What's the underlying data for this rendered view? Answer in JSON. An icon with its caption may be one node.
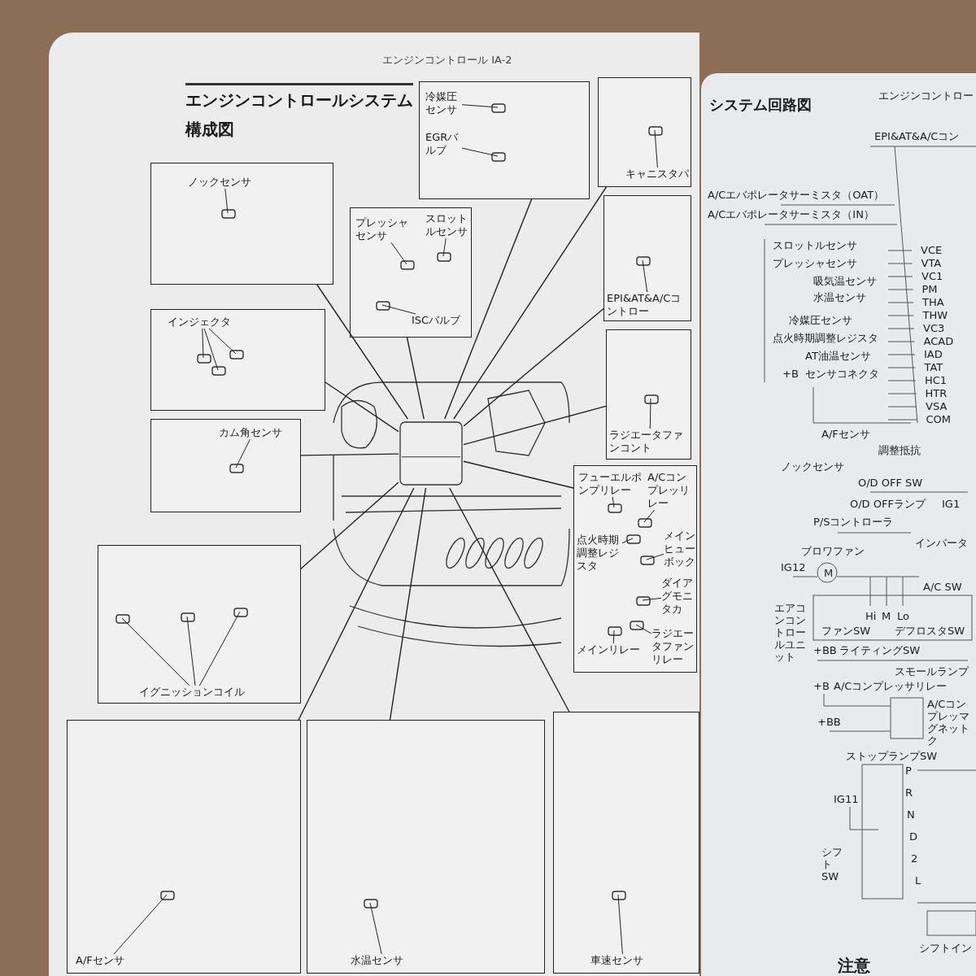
{
  "diagram": {
    "title": "エンジンコントロールシステム",
    "nodes": [
      {
        "text": [],
        "shape": "picture"
      },
      {
        "text": [],
        "shape": "picture"
      },
      {
        "text": [
          "ノックセンサ"
        ],
        "in": 1
      },
      {
        "text": [],
        "shape": "picture"
      },
      {
        "text": [
          "冷媒圧センサ"
        ],
        "in": 3
      },
      {
        "text": [
          "EGRバルブ"
        ],
        "in": 3
      },
      {
        "text": [],
        "shape": "picture"
      },
      {
        "text": [
          "キャニスタパ"
        ],
        "in": 6
      },
      {
        "text": [],
        "shape": "picture"
      },
      {
        "text": [
          "プレッシャセンサ"
        ],
        "in": 8
      },
      {
        "text": [
          "スロットルセンサ"
        ],
        "in": 8
      },
      {
        "text": [
          "ISCバルブ"
        ],
        "in": 8
      },
      {
        "text": [],
        "shape": "picture"
      },
      {
        "text": [
          "EPI&AT&A/Cコントロー"
        ],
        "in": 12
      },
      {
        "text": [],
        "shape": "picture"
      },
      {
        "text": [
          "インジェクタ"
        ],
        "in": 14
      },
      {
        "text": [],
        "shape": "picture"
      },
      {
        "text": [
          "ラジエータファンコント"
        ],
        "in": 16
      },
      {
        "text": [],
        "shape": "picture"
      },
      {
        "text": [
          "カム角センサ"
        ],
        "in": 18
      },
      {
        "text": [],
        "shape": "picture"
      },
      {
        "text": [
          "フューエルポンプリレー"
        ],
        "in": 20
      },
      {
        "text": [
          "A/Cコンプレッリレー"
        ],
        "in": 20
      },
      {
        "text": [
          "メインヒューボック"
        ],
        "in": 20
      },
      {
        "text": [
          "点火時期調整レジスタ"
        ],
        "in": 20
      },
      {
        "text": [
          "メインリレー"
        ],
        "in": 20
      },
      {
        "text": [
          "ダイアグモニタカ"
        ],
        "in": 20
      },
      {
        "text": [
          "ラジエータファンリレー"
        ],
        "in": 20
      },
      {
        "text": [],
        "shape": "picture"
      },
      {
        "text": [
          "イグニッションコイル"
        ],
        "in": 28
      },
      {
        "text": [],
        "shape": "picture"
      },
      {
        "text": [
          "A/Fセンサ"
        ],
        "in": 30
      },
      {
        "text": [],
        "shape": "picture"
      },
      {
        "text": [
          "水温センサ"
        ],
        "in": 32
      },
      {
        "text": [],
        "shape": "picture"
      },
      {
        "text": [
          "車速センサ"
        ],
        "in": 34
      }
    ],
    "edges": [
      {
        "from": 1,
        "to": 0,
        "arrow": "none"
      },
      {
        "from": 3,
        "to": 0,
        "arrow": "none"
      },
      {
        "from": 6,
        "to": 0,
        "arrow": "none"
      },
      {
        "from": 8,
        "to": 0,
        "arrow": "none"
      },
      {
        "from": 12,
        "to": 0,
        "arrow": "none"
      },
      {
        "from": 14,
        "to": 0,
        "arrow": "none"
      },
      {
        "from": 16,
        "to": 0,
        "arrow": "none"
      },
      {
        "from": 18,
        "to": 0,
        "arrow": "none"
      },
      {
        "from": 20,
        "to": 0,
        "arrow": "none"
      },
      {
        "from": 28,
        "to": 0,
        "arrow": "none"
      },
      {
        "from": 30,
        "to": 0,
        "arrow": "none"
      },
      {
        "from": 32,
        "to": 0,
        "arrow": "none"
      },
      {
        "from": 34,
        "to": 0,
        "arrow": "none"
      },
      {
        "from": 2,
        "to": null,
        "arrow": "none"
      },
      {
        "from": 4,
        "to": null,
        "arrow": "none"
      },
      {
        "from": 5,
        "to": null,
        "arrow": "none"
      },
      {
        "from": 7,
        "to": null,
        "arrow": "none"
      },
      {
        "from": 9,
        "to": null,
        "arrow": "none"
      },
      {
        "from": 10,
        "to": null,
        "arrow": "none"
      },
      {
        "from": 11,
        "to": null,
        "arrow": "none"
      },
      {
        "from": 13,
        "to": null,
        "arrow": "none"
      },
      {
        "from": 15,
        "to": null,
        "arrow": "none"
      },
      {
        "from": 15,
        "to": null,
        "arrow": "none"
      },
      {
        "from": 15,
        "to": null,
        "arrow": "none"
      },
      {
        "from": 17,
        "to": null,
        "arrow": "none"
      },
      {
        "from": 19,
        "to": null,
        "arrow": "none"
      },
      {
        "from": 21,
        "to": null,
        "arrow": "none"
      },
      {
        "from": 22,
        "to": null,
        "arrow": "none"
      },
      {
        "from": 23,
        "to": null,
        "arrow": "none"
      },
      {
        "from": 24,
        "to": null,
        "arrow": "none"
      },
      {
        "from": 25,
        "to": null,
        "arrow": "none"
      },
      {
        "from": 26,
        "to": null,
        "arrow": "none"
      },
      {
        "from": 27,
        "to": null,
        "arrow": "none"
      },
      {
        "from": 29,
        "to": null,
        "arrow": "none"
      },
      {
        "from": 29,
        "to": null,
        "arrow": "none"
      },
      {
        "from": 29,
        "to": null,
        "arrow": "none"
      },
      {
        "from": 31,
        "to": null,
        "arrow": "none"
      },
      {
        "from": 33,
        "to": null,
        "arrow": "none"
      },
      {
        "from": 35,
        "to": null,
        "arrow": "none"
      }
    ],
    "labels": [
      "エンジンコントロール IA-2",
      "構成図",
      "エンジンコントロー",
      "システム回路図",
      "EPI&AT&A/Cコン",
      "A/Cエバポレータサーミスタ（OAT）",
      "A/Cエバポレータサーミスタ（IN）",
      "スロットルセンサ",
      "プレッシャセンサ",
      "吸気温センサ",
      "水温センサ",
      "冷媒圧センサ",
      "点火時期調整レジスタ",
      "AT油温センサ",
      "+B",
      "センサコネクタ",
      "VCE",
      "VTA",
      "VC1",
      "PM",
      "THA",
      "THW",
      "VC3",
      "ACAD",
      "IAD",
      "TAT",
      "HC1",
      "HTR",
      "VSA",
      "COM",
      "A/Fセンサ",
      "調整抵抗",
      "ノックセンサ",
      "O/D OFF SW",
      "O/D OFFランプ",
      "IG1",
      "P/Sコントローラ",
      "インバータ",
      "ブロワファン",
      "IG12",
      "M",
      "A/C SW",
      "エアコンコントロールユニット",
      "Hi",
      "M",
      "Lo",
      "ファンSW",
      "デフロスタSW",
      "+BB",
      "ライティングSW",
      "スモールランプ",
      "+B",
      "A/Cコンプレッサリレー",
      "A/Cコンプレッマグネットク",
      "+BB",
      "ストップランプSW",
      "P",
      "IG11",
      "R",
      "N",
      "D",
      "シフトSW",
      "2",
      "L",
      "シフトイン",
      "注意"
    ]
  }
}
